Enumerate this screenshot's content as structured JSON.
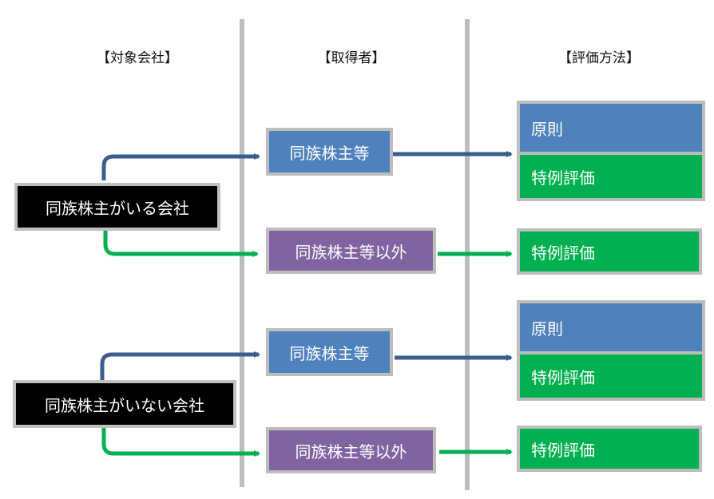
{
  "headers": {
    "target": "【対象会社】",
    "acquirer": "【取得者】",
    "method": "【評価方法】"
  },
  "companies": {
    "with_family": "同族株主がいる会社",
    "without_family": "同族株主がいない会社"
  },
  "acquirers": {
    "top_family": "同族株主等",
    "top_other": "同族株主等以外",
    "bottom_family": "同族株主等",
    "bottom_other": "同族株主等以外"
  },
  "methods": {
    "top_family_principle": "原則",
    "top_family_special": "特例評価",
    "top_other_special": "特例評価",
    "bottom_family_principle": "原則",
    "bottom_family_special": "特例評価",
    "bottom_other_special": "特例評価"
  },
  "colors": {
    "company_bg": "#000000",
    "family_blue": "#4f81bd",
    "other_purple": "#8064a2",
    "special_green": "#00b050",
    "arrow_navy": "#3b5d8c",
    "arrow_green": "#00b050",
    "divider_gray": "#bdbdbd"
  }
}
